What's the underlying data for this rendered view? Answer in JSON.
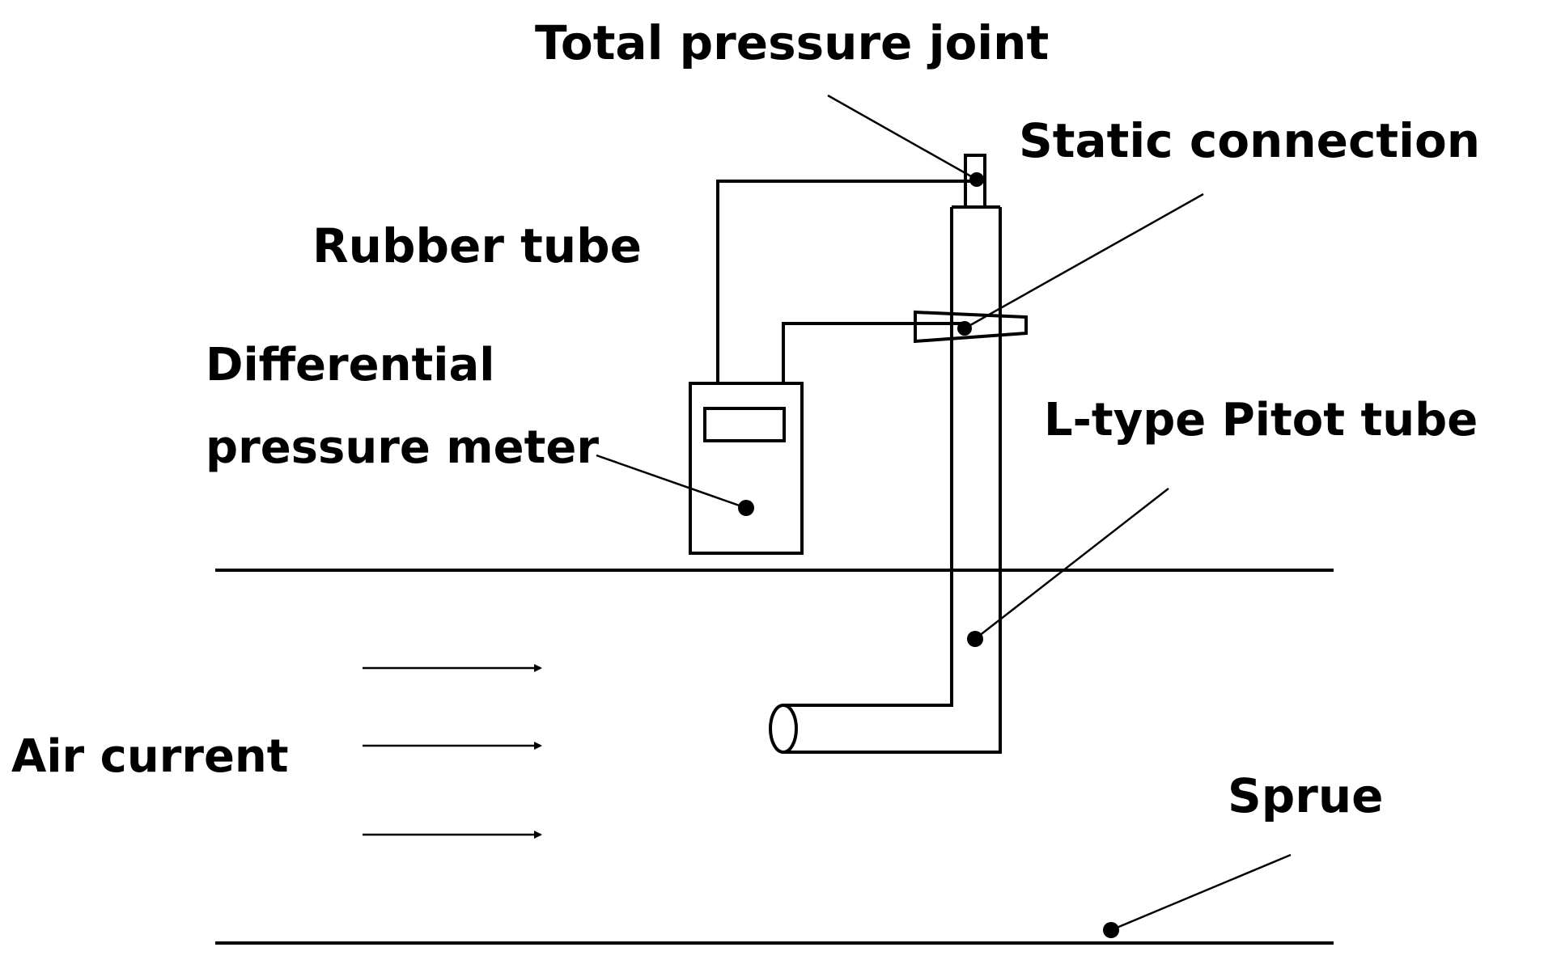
{
  "labels": {
    "total_pressure_joint": "Total pressure joint",
    "static_connection": "Static connection",
    "rubber_tube": "Rubber tube",
    "differential_pressure_meter_line1": "Differential",
    "differential_pressure_meter_line2": "pressure meter",
    "l_type_pitot_tube": "L-type Pitot tube",
    "air_current": "Air current",
    "sprue": "Sprue"
  },
  "colors": {
    "ink": "#000000",
    "background": "#ffffff"
  },
  "icons": {
    "flow_arrow": "right-arrow-icon",
    "pointer_dot": "filled-circle-icon"
  }
}
